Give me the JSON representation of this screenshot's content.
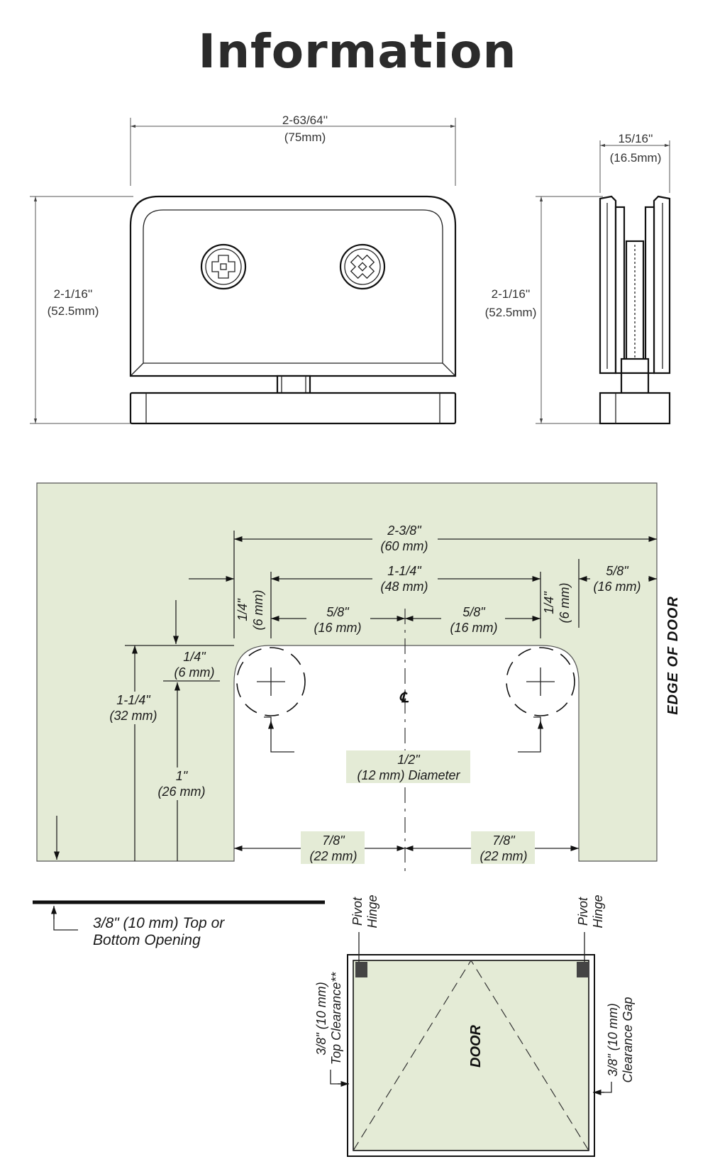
{
  "title": "Information",
  "front_view": {
    "width_label": "2-63/64''",
    "width_mm": "(75mm)",
    "height_label": "2-1/16''",
    "height_mm": "(52.5mm)"
  },
  "side_view": {
    "thickness_label": "15/16''",
    "thickness_mm": "(16.5mm)",
    "height_label": "2-1/16''",
    "height_mm": "(52.5mm)"
  },
  "cutout": {
    "dim_overall": "2-3/8\"",
    "dim_overall_mm": "(60 mm)",
    "dim_holes": "1-1/4\"",
    "dim_holes_mm": "(48 mm)",
    "dim_edge": "5/8\"",
    "dim_edge_mm": "(16 mm)",
    "dim_left_half": "5/8\"",
    "dim_left_half_mm": "(16 mm)",
    "dim_right_half": "5/8\"",
    "dim_right_half_mm": "(16 mm)",
    "dim_left_quarter": "1/4\"",
    "dim_left_quarter_mm": "(6 mm)",
    "dim_right_quarter": "1/4\"",
    "dim_right_quarter_mm": "(6 mm)",
    "dim_top_offset": "1/4\"",
    "dim_top_offset_mm": "(6 mm)",
    "dim_depth": "1-1/4\"",
    "dim_depth_mm": "(32 mm)",
    "dim_hole_height": "1\"",
    "dim_hole_height_mm": "(26 mm)",
    "centerline_symbol": "℄",
    "hole_diameter": "1/2\"",
    "hole_diameter_text": "(12 mm) Diameter",
    "dim_bottom_left": "7/8\"",
    "dim_bottom_left_mm": "(22 mm)",
    "dim_bottom_right": "7/8\"",
    "dim_bottom_right_mm": "(22 mm)",
    "edge_label": "EDGE OF  DOOR",
    "fill_color": "#e4ebd6"
  },
  "opening_note": {
    "line1": "3/8\" (10 mm) Top or",
    "line2": "Bottom Opening"
  },
  "door_diagram": {
    "pivot_left_1": "Pivot",
    "pivot_left_2": "Hinge",
    "pivot_right_1": "Pivot",
    "pivot_right_2": "Hinge",
    "door_label": "DOOR",
    "top_clearance_1": "3/8\" (10 mm)",
    "top_clearance_2": "Top Clearance**",
    "side_clearance_1": "3/8\" (10 mm)",
    "side_clearance_2": "Clearance Gap"
  }
}
